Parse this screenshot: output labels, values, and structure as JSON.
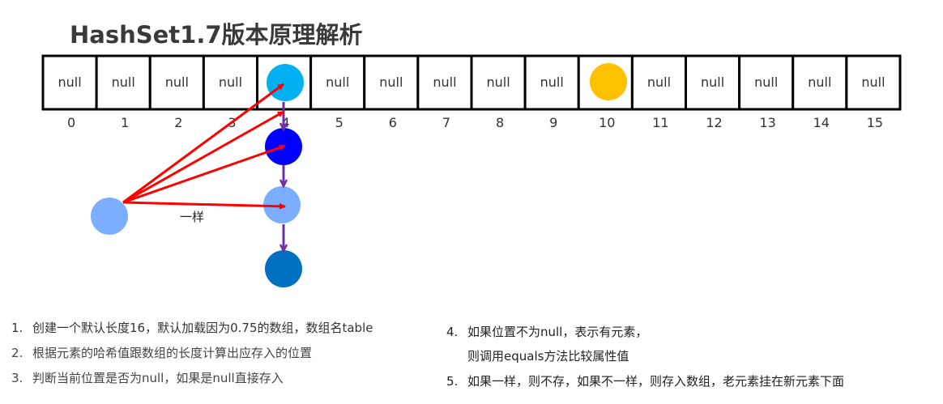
{
  "title": "HashSet1.7版本原理解析",
  "table": {
    "cells": [
      "null",
      "null",
      "null",
      "null",
      "",
      "null",
      "null",
      "null",
      "null",
      "null",
      "",
      "null",
      "null",
      "null",
      "null",
      "null"
    ],
    "indices": [
      "0",
      "1",
      "2",
      "3",
      "4",
      "5",
      "6",
      "7",
      "8",
      "9",
      "10",
      "11",
      "12",
      "13",
      "14",
      "15"
    ]
  },
  "nodes": {
    "bucket4": "#00B0F0",
    "bucket10": "#FFC000",
    "chain": [
      "#0000FF",
      "#7BAEFF",
      "#0070C0"
    ],
    "new_element": "#7BAEFF"
  },
  "arrow_colors": {
    "compare": "#FF0000",
    "link": "#7030A0"
  },
  "same_label": "一样",
  "steps_left": [
    {
      "num": "1.",
      "text": "创建一个默认长度16，默认加载因为0.75的数组，数组名table"
    },
    {
      "num": "2.",
      "text": "根据元素的哈希值跟数组的长度计算出应存入的位置"
    },
    {
      "num": "3.",
      "text": "判断当前位置是否为null，如果是null直接存入"
    }
  ],
  "steps_right": [
    {
      "num": "4.",
      "text": "如果位置不为null，表示有元素，",
      "cont": "则调用equals方法比较属性值"
    },
    {
      "num": "5.",
      "text": "如果一样，则不存，如果不一样，则存入数组，老元素挂在新元素下面"
    }
  ]
}
